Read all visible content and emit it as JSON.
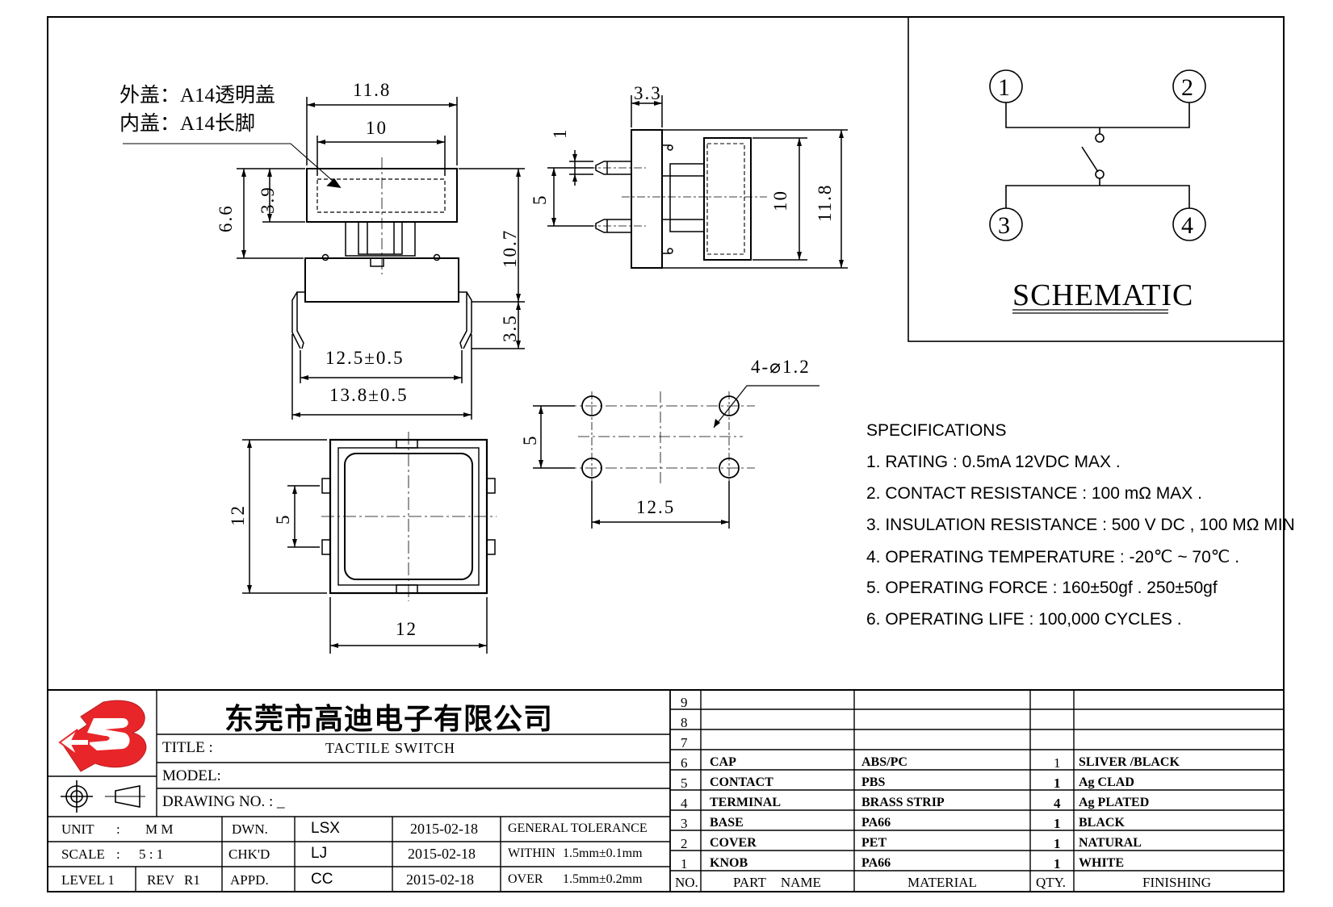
{
  "annotations": {
    "outer_cap": "外盖：A14透明盖",
    "inner_cap": "内盖：A14长脚"
  },
  "dimensions": {
    "d_11_8_top": "11.8",
    "d_10_top": "10",
    "d_6_6": "6.6",
    "d_3_9": "3.9",
    "d_10_7": "10.7",
    "d_3_5": "3.5",
    "d_12_5_pm": "12.5±0.5",
    "d_13_8_pm": "13.8±0.5",
    "d_3_3": "3.3",
    "d_1": "1",
    "d_5_side": "5",
    "d_10_side": "10",
    "d_11_8_side": "11.8",
    "d_12_left": "12",
    "d_5_bottom": "5",
    "d_12_bottom": "12",
    "d_4_1_2": "4-⌀1.2",
    "d_5_holes": "5",
    "d_12_5_holes": "12.5"
  },
  "schematic": {
    "title": "SCHEMATIC",
    "pins": [
      "1",
      "2",
      "3",
      "4"
    ]
  },
  "specifications": {
    "heading": "SPECIFICATIONS",
    "items": [
      "1. RATING : 0.5mA 12VDC MAX .",
      "2. CONTACT RESISTANCE : 100 mΩ MAX .",
      "3. INSULATION RESISTANCE : 500 V DC , 100 MΩ MIN",
      "4. OPERATING TEMPERATURE : -20℃ ~ 70℃ .",
      "5. OPERATING FORCE : 160±50gf . 250±50gf",
      "6. OPERATING LIFE : 100,000 CYCLES ."
    ]
  },
  "title_block": {
    "company": "东莞市高迪电子有限公司",
    "title_label": "TITLE :",
    "title_value": "TACTILE SWITCH",
    "model_label": "MODEL:",
    "drawing_no_label": "DRAWING NO. : _",
    "unit_label": "UNIT",
    "unit_sep": ":",
    "unit_value": "M M",
    "scale_label": "SCALE",
    "scale_sep": ":",
    "scale_value": "5 : 1",
    "level_label": "LEVEL 1",
    "rev_label": "REV",
    "rev_value": "R1",
    "dwn_label": "DWN.",
    "chk_label": "CHK'D",
    "appd_label": "APPD.",
    "dwn_name": "LSX",
    "chk_name": "LJ",
    "appd_name": "CC",
    "dwn_date": "2015-02-18",
    "chk_date": "2015-02-18",
    "appd_date": "2015-02-18",
    "gen_tol": "GENERAL TOLERANCE",
    "within_label": "WITHIN",
    "within_value": "1.5mm±0.1mm",
    "over_label": "OVER",
    "over_value": "1.5mm±0.2mm"
  },
  "bom": {
    "headers": {
      "no": "NO.",
      "part": "PART NAME",
      "material": "MATERIAL",
      "qty": "QTY.",
      "finishing": "FINISHING"
    },
    "rows": [
      {
        "no": "9",
        "part": "",
        "material": "",
        "qty": "",
        "finish": ""
      },
      {
        "no": "8",
        "part": "",
        "material": "",
        "qty": "",
        "finish": ""
      },
      {
        "no": "7",
        "part": "",
        "material": "",
        "qty": "",
        "finish": ""
      },
      {
        "no": "6",
        "part": "CAP",
        "material": "ABS/PC",
        "qty": "1",
        "finish": "SLIVER /BLACK"
      },
      {
        "no": "5",
        "part": "CONTACT",
        "material": "PBS",
        "qty": "1",
        "finish": "Ag CLAD"
      },
      {
        "no": "4",
        "part": "TERMINAL",
        "material": "BRASS STRIP",
        "qty": "4",
        "finish": "Ag PLATED"
      },
      {
        "no": "3",
        "part": "BASE",
        "material": "PA66",
        "qty": "1",
        "finish": "BLACK"
      },
      {
        "no": "2",
        "part": "COVER",
        "material": "PET",
        "qty": "1",
        "finish": "NATURAL"
      },
      {
        "no": "1",
        "part": "KNOB",
        "material": "PA66",
        "qty": "1",
        "finish": "WHITE"
      }
    ]
  },
  "colors": {
    "logo_red": "#e8262a",
    "line": "#000000"
  }
}
